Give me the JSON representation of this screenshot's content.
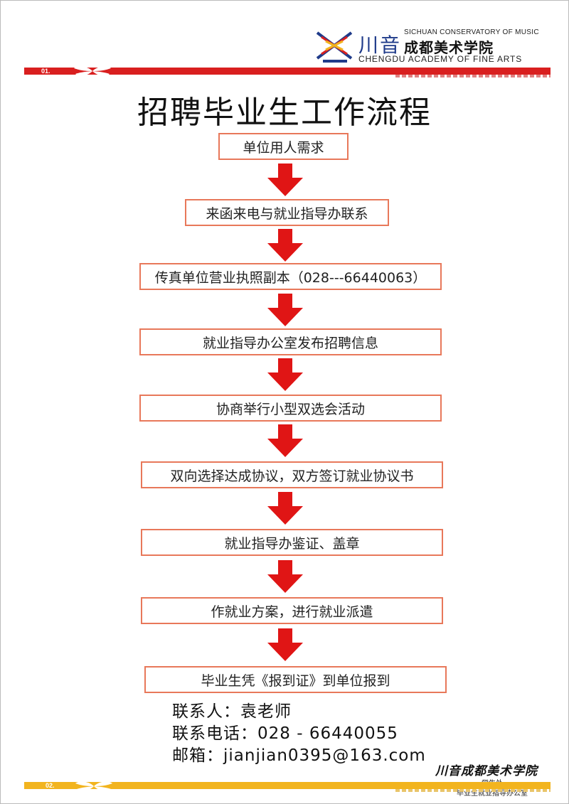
{
  "header": {
    "logo_chuanyin": "川音",
    "logo_en_top": "SICHUAN CONSERVATORY OF MUSIC",
    "logo_cn_name": "成都美术学院",
    "logo_en_bottom": "CHENGDU ACADEMY OF FINE ARTS",
    "page_no_top": "01.",
    "brand_colors": {
      "red": "#d91f1f",
      "yellow": "#f2b41e",
      "blue": "#1f3b8a"
    }
  },
  "title": "招聘毕业生工作流程",
  "flow": {
    "steps": [
      "单位用人需求",
      "来函来电与就业指导办联系",
      "传真单位营业执照副本（028---66440063）",
      "就业指导办公室发布招聘信息",
      "协商举行小型双选会活动",
      "双向选择达成协议，双方签订就业协议书",
      "就业指导办鉴证、盖章",
      "作就业方案，进行就业派遣",
      "毕业生凭《报到证》到单位报到"
    ],
    "box_border_color": "#e8785a",
    "arrow_color": "#e01515"
  },
  "contact": {
    "person": "联系人：袁老师",
    "phone": "联系电话：028 - 66440055",
    "email": "邮箱：jianjian0395@163.com"
  },
  "footer": {
    "signature": "川音成都美术学院",
    "dept": "学生处",
    "office": "毕业生就业指导办公室",
    "page_no_bottom": "02."
  }
}
